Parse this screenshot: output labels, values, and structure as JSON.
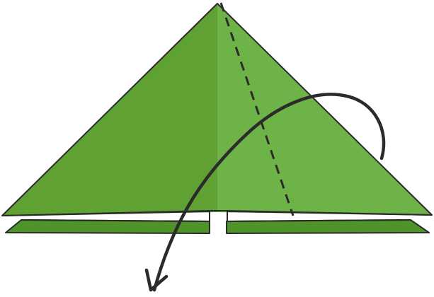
{
  "diagram": {
    "subject": "origami-fold-step",
    "colors": {
      "background": "#ffffff",
      "outline": "#2b2b2b",
      "paper_left_face": "#5fa133",
      "paper_right_face": "#6db347",
      "back_flap": "#4e9428"
    },
    "elements": [
      "paper-triangle",
      "back-flap-strip",
      "valley-fold-line",
      "fold-direction-arrow"
    ],
    "fold_line_style": "dashed",
    "arrow_direction": "over-and-down-left"
  }
}
